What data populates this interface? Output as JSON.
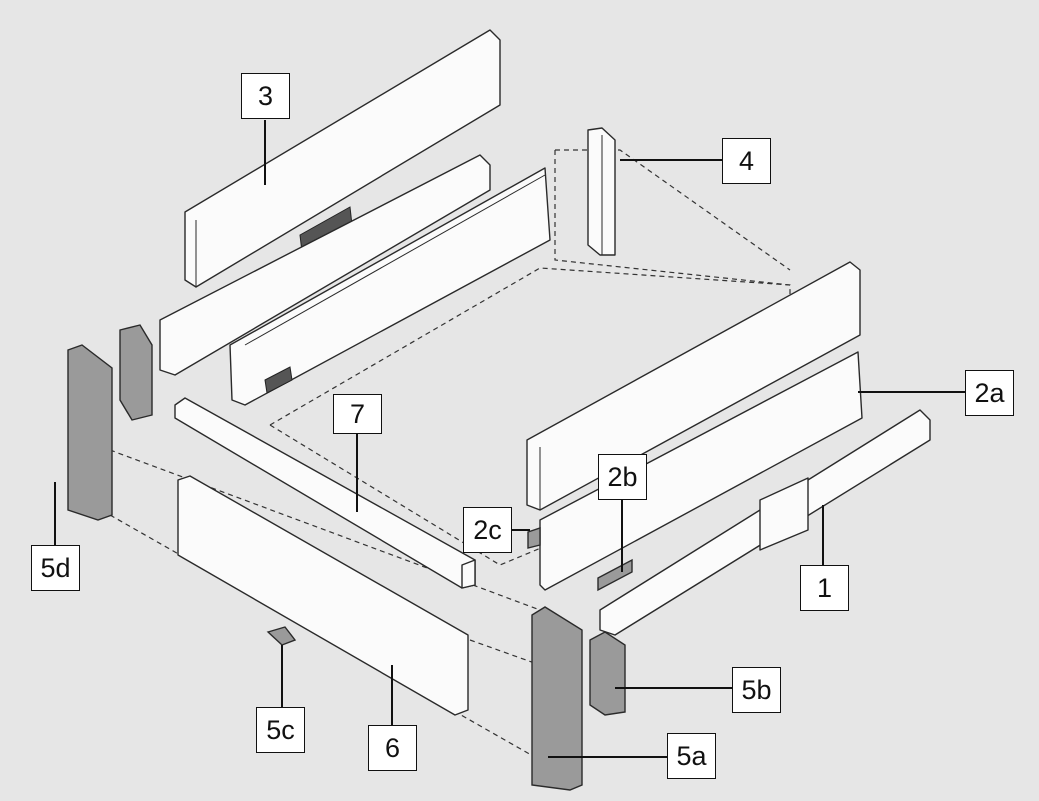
{
  "labels": {
    "l3": "3",
    "l4": "4",
    "l2a": "2a",
    "l2b": "2b",
    "l2c": "2c",
    "l7": "7",
    "l1": "1",
    "l5b": "5b",
    "l5a": "5a",
    "l6": "6",
    "l5c": "5c",
    "l5d": "5d"
  },
  "colors": {
    "background": "#e6e6e6",
    "part": "#fbfbfb",
    "front_panel": "#9a9a9a"
  }
}
